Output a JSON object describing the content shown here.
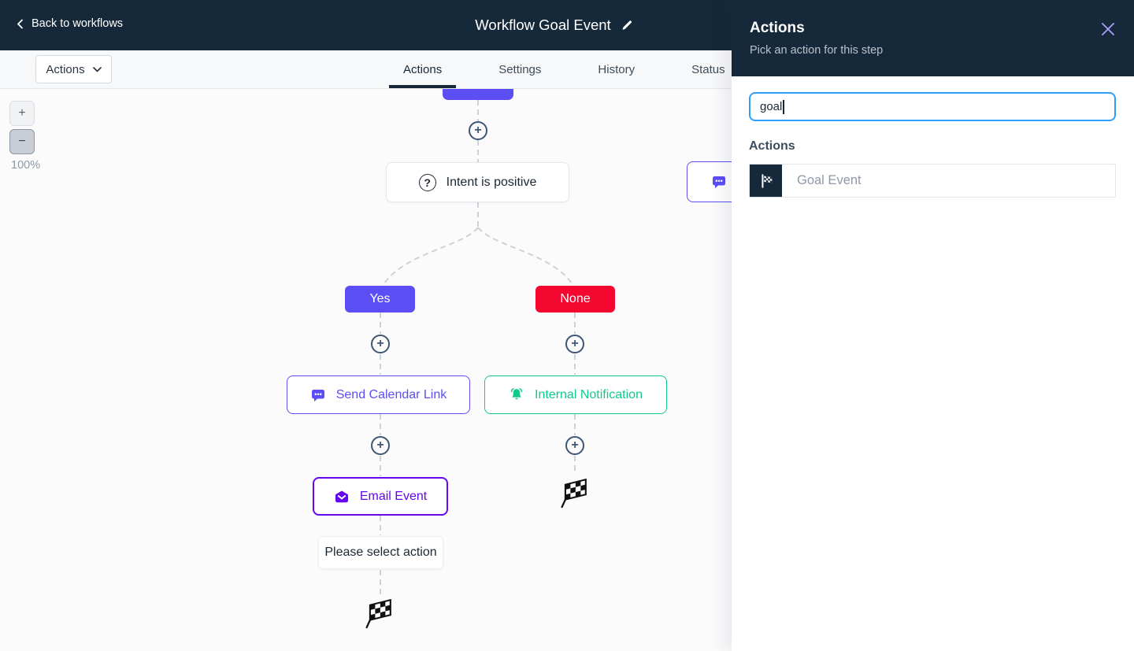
{
  "navbar": {
    "back_label": "Back to workflows",
    "title": "Workflow Goal Event"
  },
  "toolbar": {
    "actions_button_label": "Actions",
    "tabs": [
      {
        "label": "Actions",
        "active": true
      },
      {
        "label": "Settings",
        "active": false
      },
      {
        "label": "History",
        "active": false
      },
      {
        "label": "Status",
        "active": false
      }
    ]
  },
  "canvas": {
    "zoom": {
      "in_label": "+",
      "out_label": "−",
      "level": "100%"
    },
    "add_step_glyph": "+",
    "condition_icon_glyph": "?",
    "nodes": {
      "condition": "Intent is positive",
      "branch_yes": "Yes",
      "branch_none": "None",
      "send_calendar_link": "Send Calendar Link",
      "internal_notification": "Internal Notification",
      "email_event": "Email Event",
      "placeholder": "Please select action"
    }
  },
  "panel": {
    "title": "Actions",
    "subtitle": "Pick an action for this step",
    "search": {
      "value": "goal"
    },
    "section_label": "Actions",
    "items": [
      {
        "label": "Goal Event",
        "icon": "checkered-flag-icon"
      }
    ]
  },
  "icons": {
    "chevron-left-icon": "‹",
    "edit-pencil-icon": "pencil",
    "chevron-down-icon": "v",
    "question-mark-icon": "?",
    "chat-bubble-icon": "speech bubble with dots",
    "bell-icon": "ringing bell",
    "envelope-icon": "open envelope",
    "checkered-flag-icon": "chequered goal flag",
    "close-icon": "×",
    "plus-circle-icon": "+"
  },
  "colors": {
    "navy": "#16293A",
    "purple": "#5B4EF5",
    "violet": "#6506F0",
    "red": "#F5082F",
    "green": "#10C98F",
    "focus_blue": "#2E9FF8",
    "connector_gray": "#CDD2DA",
    "lavender_close": "#A79DF8"
  }
}
